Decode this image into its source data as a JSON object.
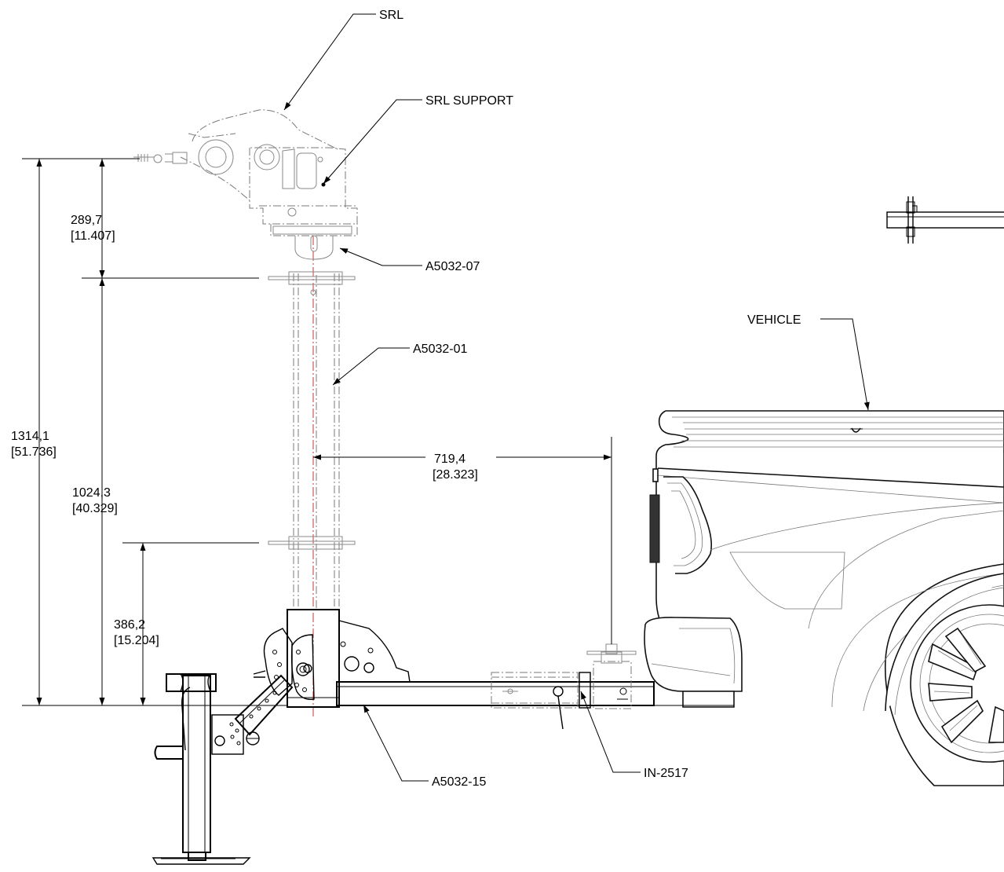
{
  "labels": {
    "srl": "SRL",
    "srl_support": "SRL SUPPORT",
    "a5032_07": "A5032-07",
    "a5032_01": "A5032-01",
    "vehicle": "VEHICLE",
    "a5032_15": "A5032-15",
    "in_2517": "IN-2517"
  },
  "dimensions": {
    "overall_height": {
      "mm": "1314,1",
      "in": "[51.736]"
    },
    "srl_height": {
      "mm": "289,7",
      "in": "[11.407]"
    },
    "mast_height": {
      "mm": "1024,3",
      "in": "[40.329]"
    },
    "base_height": {
      "mm": "386,2",
      "in": "[15.204]"
    },
    "reach": {
      "mm": "719,4",
      "in": "[28.323]"
    }
  }
}
